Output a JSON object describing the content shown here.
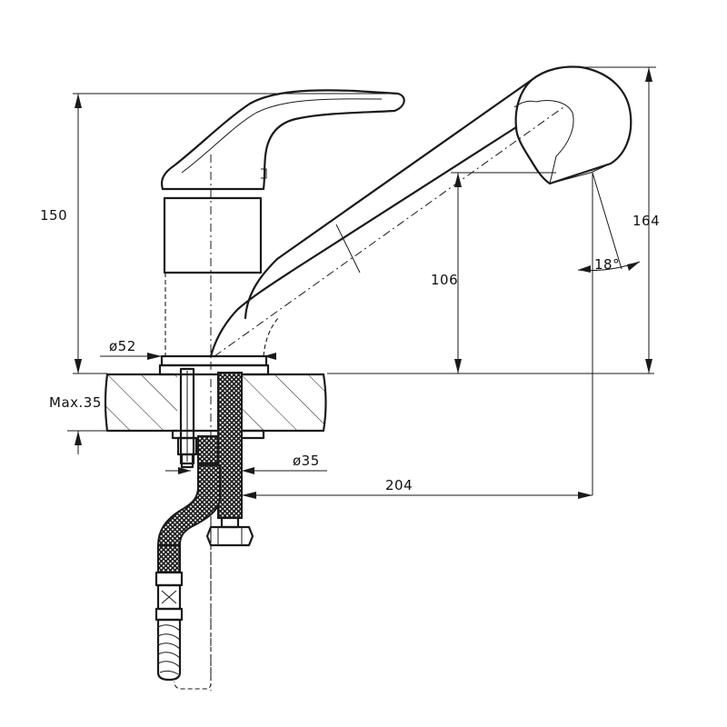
{
  "dimensions": {
    "height_lever": "150",
    "height_total": "164",
    "height_spout": "106",
    "spout_angle": "18°",
    "body_diameter": "ø52",
    "counter_thickness": "Max.35",
    "hole_diameter": "ø35",
    "spout_reach": "204"
  },
  "colors": {
    "line": "#1a1a1a",
    "background": "#ffffff"
  }
}
